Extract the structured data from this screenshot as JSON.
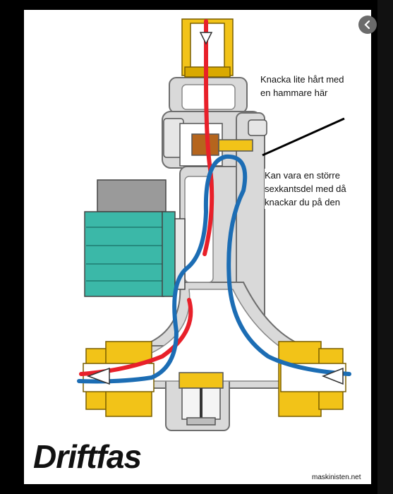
{
  "annotations": {
    "hammer_note": "Knacka lite hårt med\nen hammare här",
    "hex_note": "Kan vara en större\nsexkantsdel med då\nknackar du på den"
  },
  "diagram": {
    "title": "Driftfas",
    "credit": "maskinisten.net"
  },
  "colors": {
    "hot_pipe": "#e8202a",
    "cold_pipe": "#1c6db4",
    "brass": "#f2c318",
    "motor": "#3bb8a8",
    "housing": "#d9d9d9"
  },
  "icons": [
    "chevron-left-icon"
  ]
}
